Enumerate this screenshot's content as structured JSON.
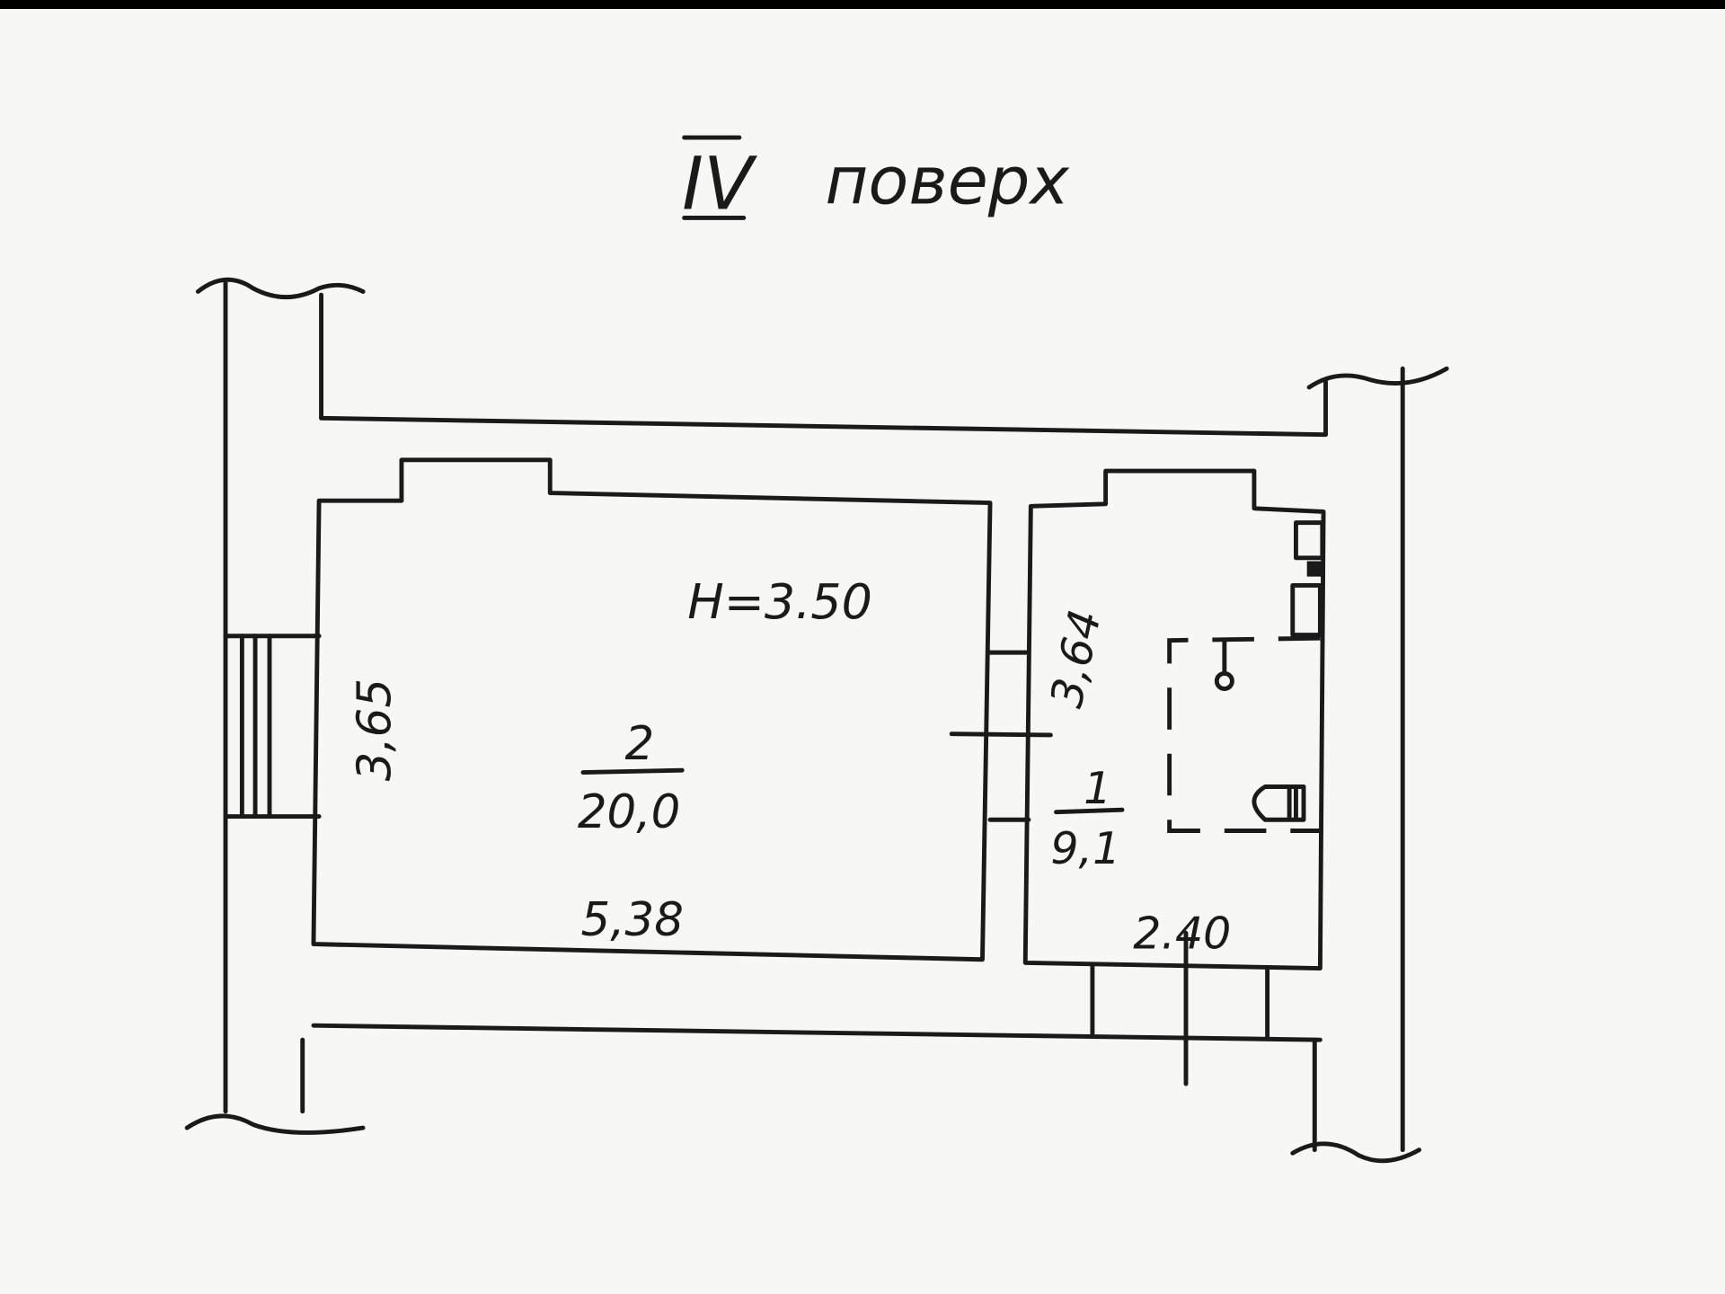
{
  "title": {
    "numeral": "IV",
    "word": "поверх"
  },
  "ceiling_height": "H=3.50",
  "rooms": [
    {
      "number": "2",
      "area": "20,0",
      "width": "5,38",
      "depth": "3,65"
    },
    {
      "number": "1",
      "area": "9,1",
      "width": "2.40",
      "depth": "3,64"
    }
  ]
}
